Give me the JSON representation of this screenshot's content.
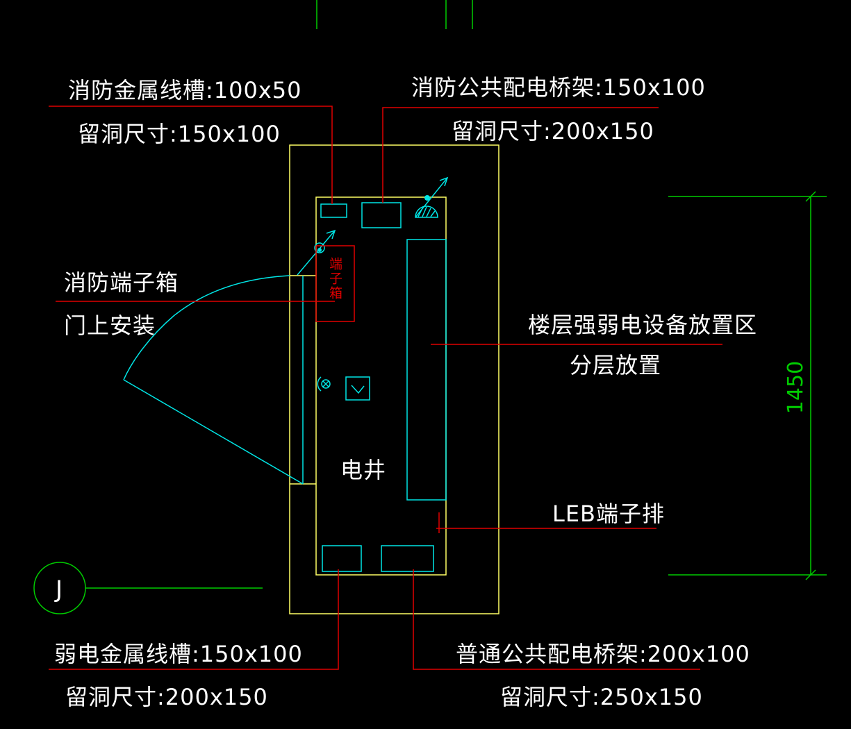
{
  "colors": {
    "background": "#000000",
    "leader": "#e00000",
    "shaft_outline": "#ffff66",
    "equipment": "#00e5e5",
    "dimension": "#00cc00",
    "label": "#ffffff"
  },
  "labels": {
    "fire_metal_trunking": "消防金属线槽:100x50",
    "fire_metal_trunking_hole": "留洞尺寸:150x100",
    "fire_cable_tray": "消防公共配电桥架:150x100",
    "fire_cable_tray_hole": "留洞尺寸:200x150",
    "fire_terminal_box": "消防端子箱",
    "door_mounted": "门上安装",
    "equipment_zone": "楼层强弱电设备放置区",
    "layered_placement": "分层放置",
    "leb_terminal": "LEB端子排",
    "weak_metal_trunking": "弱电金属线槽:150x100",
    "weak_metal_trunking_hole": "留洞尺寸:200x150",
    "general_cable_tray": "普通公共配电桥架:200x100",
    "general_cable_tray_hole": "留洞尺寸:250x150",
    "shaft_name": "电井",
    "terminal_box_text": "端子箱",
    "dimension_value": "1450",
    "axis_label": "J"
  },
  "icons": [
    "fan-icon",
    "lamp-icon",
    "switch-icon",
    "axis-bubble-icon"
  ]
}
